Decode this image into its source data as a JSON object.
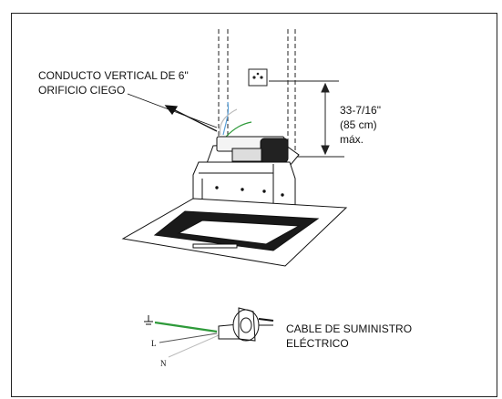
{
  "labels": {
    "duct_line1": "CONDUCTO VERTICAL DE 6\"",
    "duct_line2": "ORIFICIO CIEGO",
    "dim_line1": "33-7/16\"",
    "dim_line2": "(85 cm)",
    "dim_line3": "máx.",
    "cable_line1": "CABLE DE SUMINISTRO",
    "cable_line2": "ELÉCTRICO",
    "wire_l": "L",
    "wire_n": "N"
  },
  "colors": {
    "line": "#111111",
    "ground_wire": "#2e9a3a",
    "blue_wire": "#5aa0d8",
    "glass_dark": "#1a1a1a"
  },
  "icons": [
    "ground-symbol-icon",
    "electrical-outlet-icon",
    "direction-arrow-icon"
  ]
}
